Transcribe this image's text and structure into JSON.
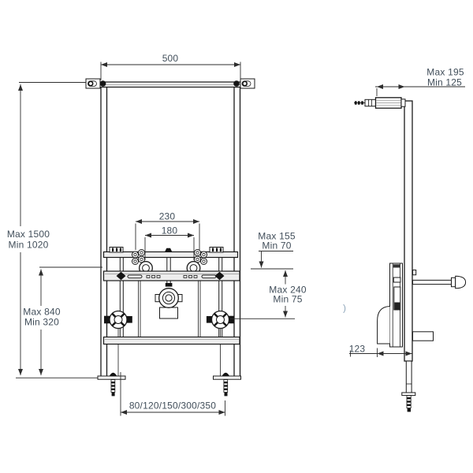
{
  "dims": {
    "width": "500",
    "height_max": "Max 1500",
    "height_min": "Min 1020",
    "outlet_height_max": "Max 840",
    "outlet_height_min": "Min 320",
    "spacing_outer": "230",
    "spacing_inner": "180",
    "top_offset_max": "Max 155",
    "top_offset_min": "Min 70",
    "mid_offset_max": "Max 240",
    "mid_offset_min": "Min 75",
    "wall_distance_max": "Max 195",
    "wall_distance_min": "Min 125",
    "depth": "123",
    "anchor_spacing": "80/120/150/300/350",
    "stray_mark": ")"
  },
  "colors": {
    "background": "#ffffff",
    "drawing_line": "#1a1a1a",
    "dimension_line": "#2e2e2e",
    "dimension_text": "#414e5a",
    "rail_fill": "#ededed",
    "stray_mark": "#8fa6bb"
  }
}
